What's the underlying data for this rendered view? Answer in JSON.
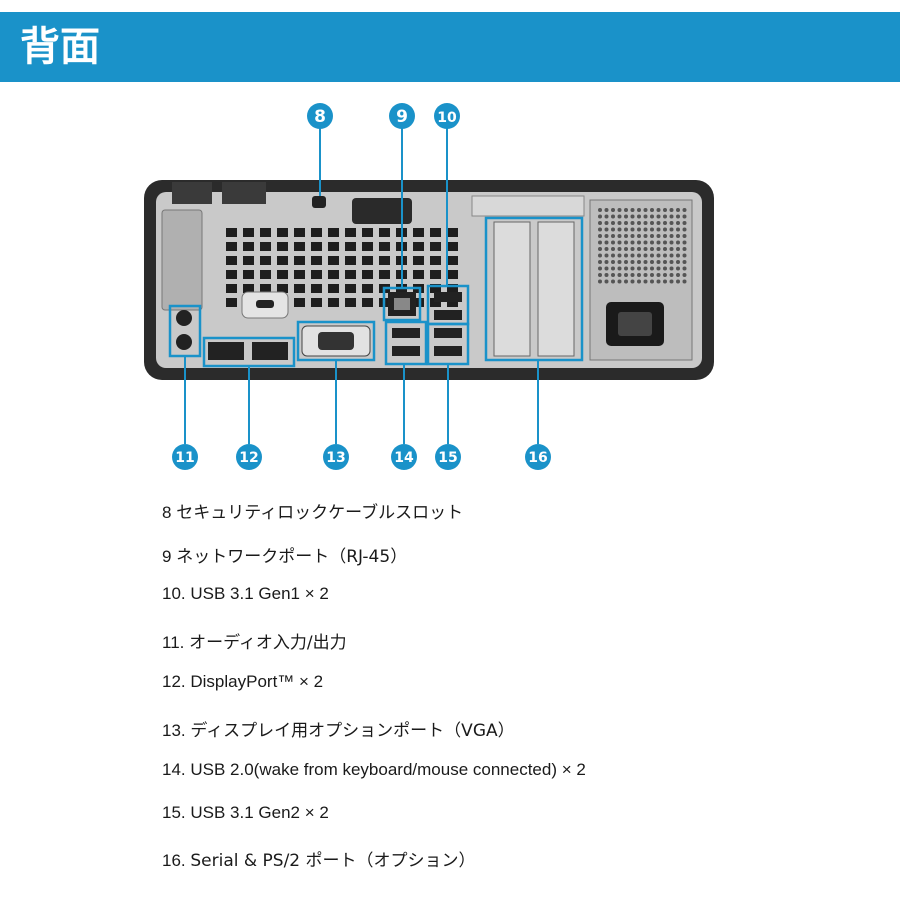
{
  "header": {
    "title": "背面",
    "bg_color": "#1a92c9"
  },
  "diagram": {
    "accent_color": "#1a92c9",
    "callout_numbers_top": [
      "8",
      "9",
      "10"
    ],
    "callout_numbers_bottom": [
      "11",
      "12",
      "13",
      "14",
      "15",
      "16"
    ]
  },
  "legend": [
    {
      "num": "8",
      "text": "セキュリティロックケーブルスロット"
    },
    {
      "num": "9",
      "text": "ネットワークポート（RJ-45）"
    },
    {
      "num": "10.",
      "text": "USB 3.1 Gen1 × 2"
    },
    {
      "num": "11.",
      "text": "オーディオ入力/出力"
    },
    {
      "num": "12.",
      "text": "DisplayPort™ × 2"
    },
    {
      "num": "13.",
      "text": "ディスプレイ用オプションポート（VGA）"
    },
    {
      "num": "14.",
      "text": "USB 2.0(wake from keyboard/mouse connected) × 2"
    },
    {
      "num": "15.",
      "text": "USB 3.1 Gen2 × 2"
    },
    {
      "num": "16.",
      "text": "Serial & PS/2 ポート（オプション）"
    }
  ]
}
